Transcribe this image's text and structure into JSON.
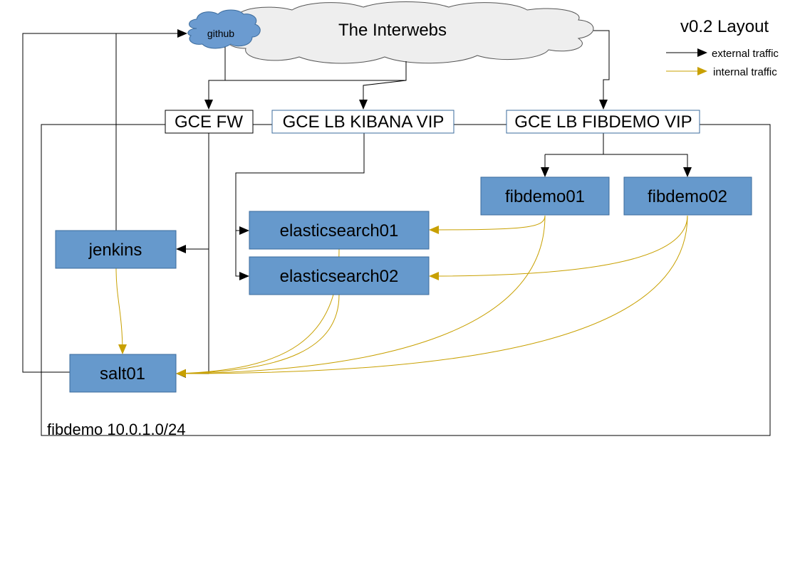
{
  "title": "v0.2 Layout",
  "legend": {
    "external_label": "external traffic",
    "internal_label": "internal traffic",
    "external_color": "#000000",
    "internal_color": "#c8a000"
  },
  "colors": {
    "server_fill": "#6699cc",
    "server_stroke": "#3b6b9c",
    "cloud_fill": "#eeeeee",
    "github_fill": "#6b9bd0"
  },
  "internet": {
    "label": "The Interwebs"
  },
  "github": {
    "label": "github"
  },
  "gateways": {
    "fw": "GCE FW",
    "kibana_vip": "GCE LB KIBANA VIP",
    "fibdemo_vip": "GCE LB FIBDEMO VIP"
  },
  "servers": {
    "jenkins": "jenkins",
    "salt01": "salt01",
    "elasticsearch01": "elasticsearch01",
    "elasticsearch02": "elasticsearch02",
    "fibdemo01": "fibdemo01",
    "fibdemo02": "fibdemo02"
  },
  "network": {
    "label": "fibdemo 10.0.1.0/24"
  }
}
